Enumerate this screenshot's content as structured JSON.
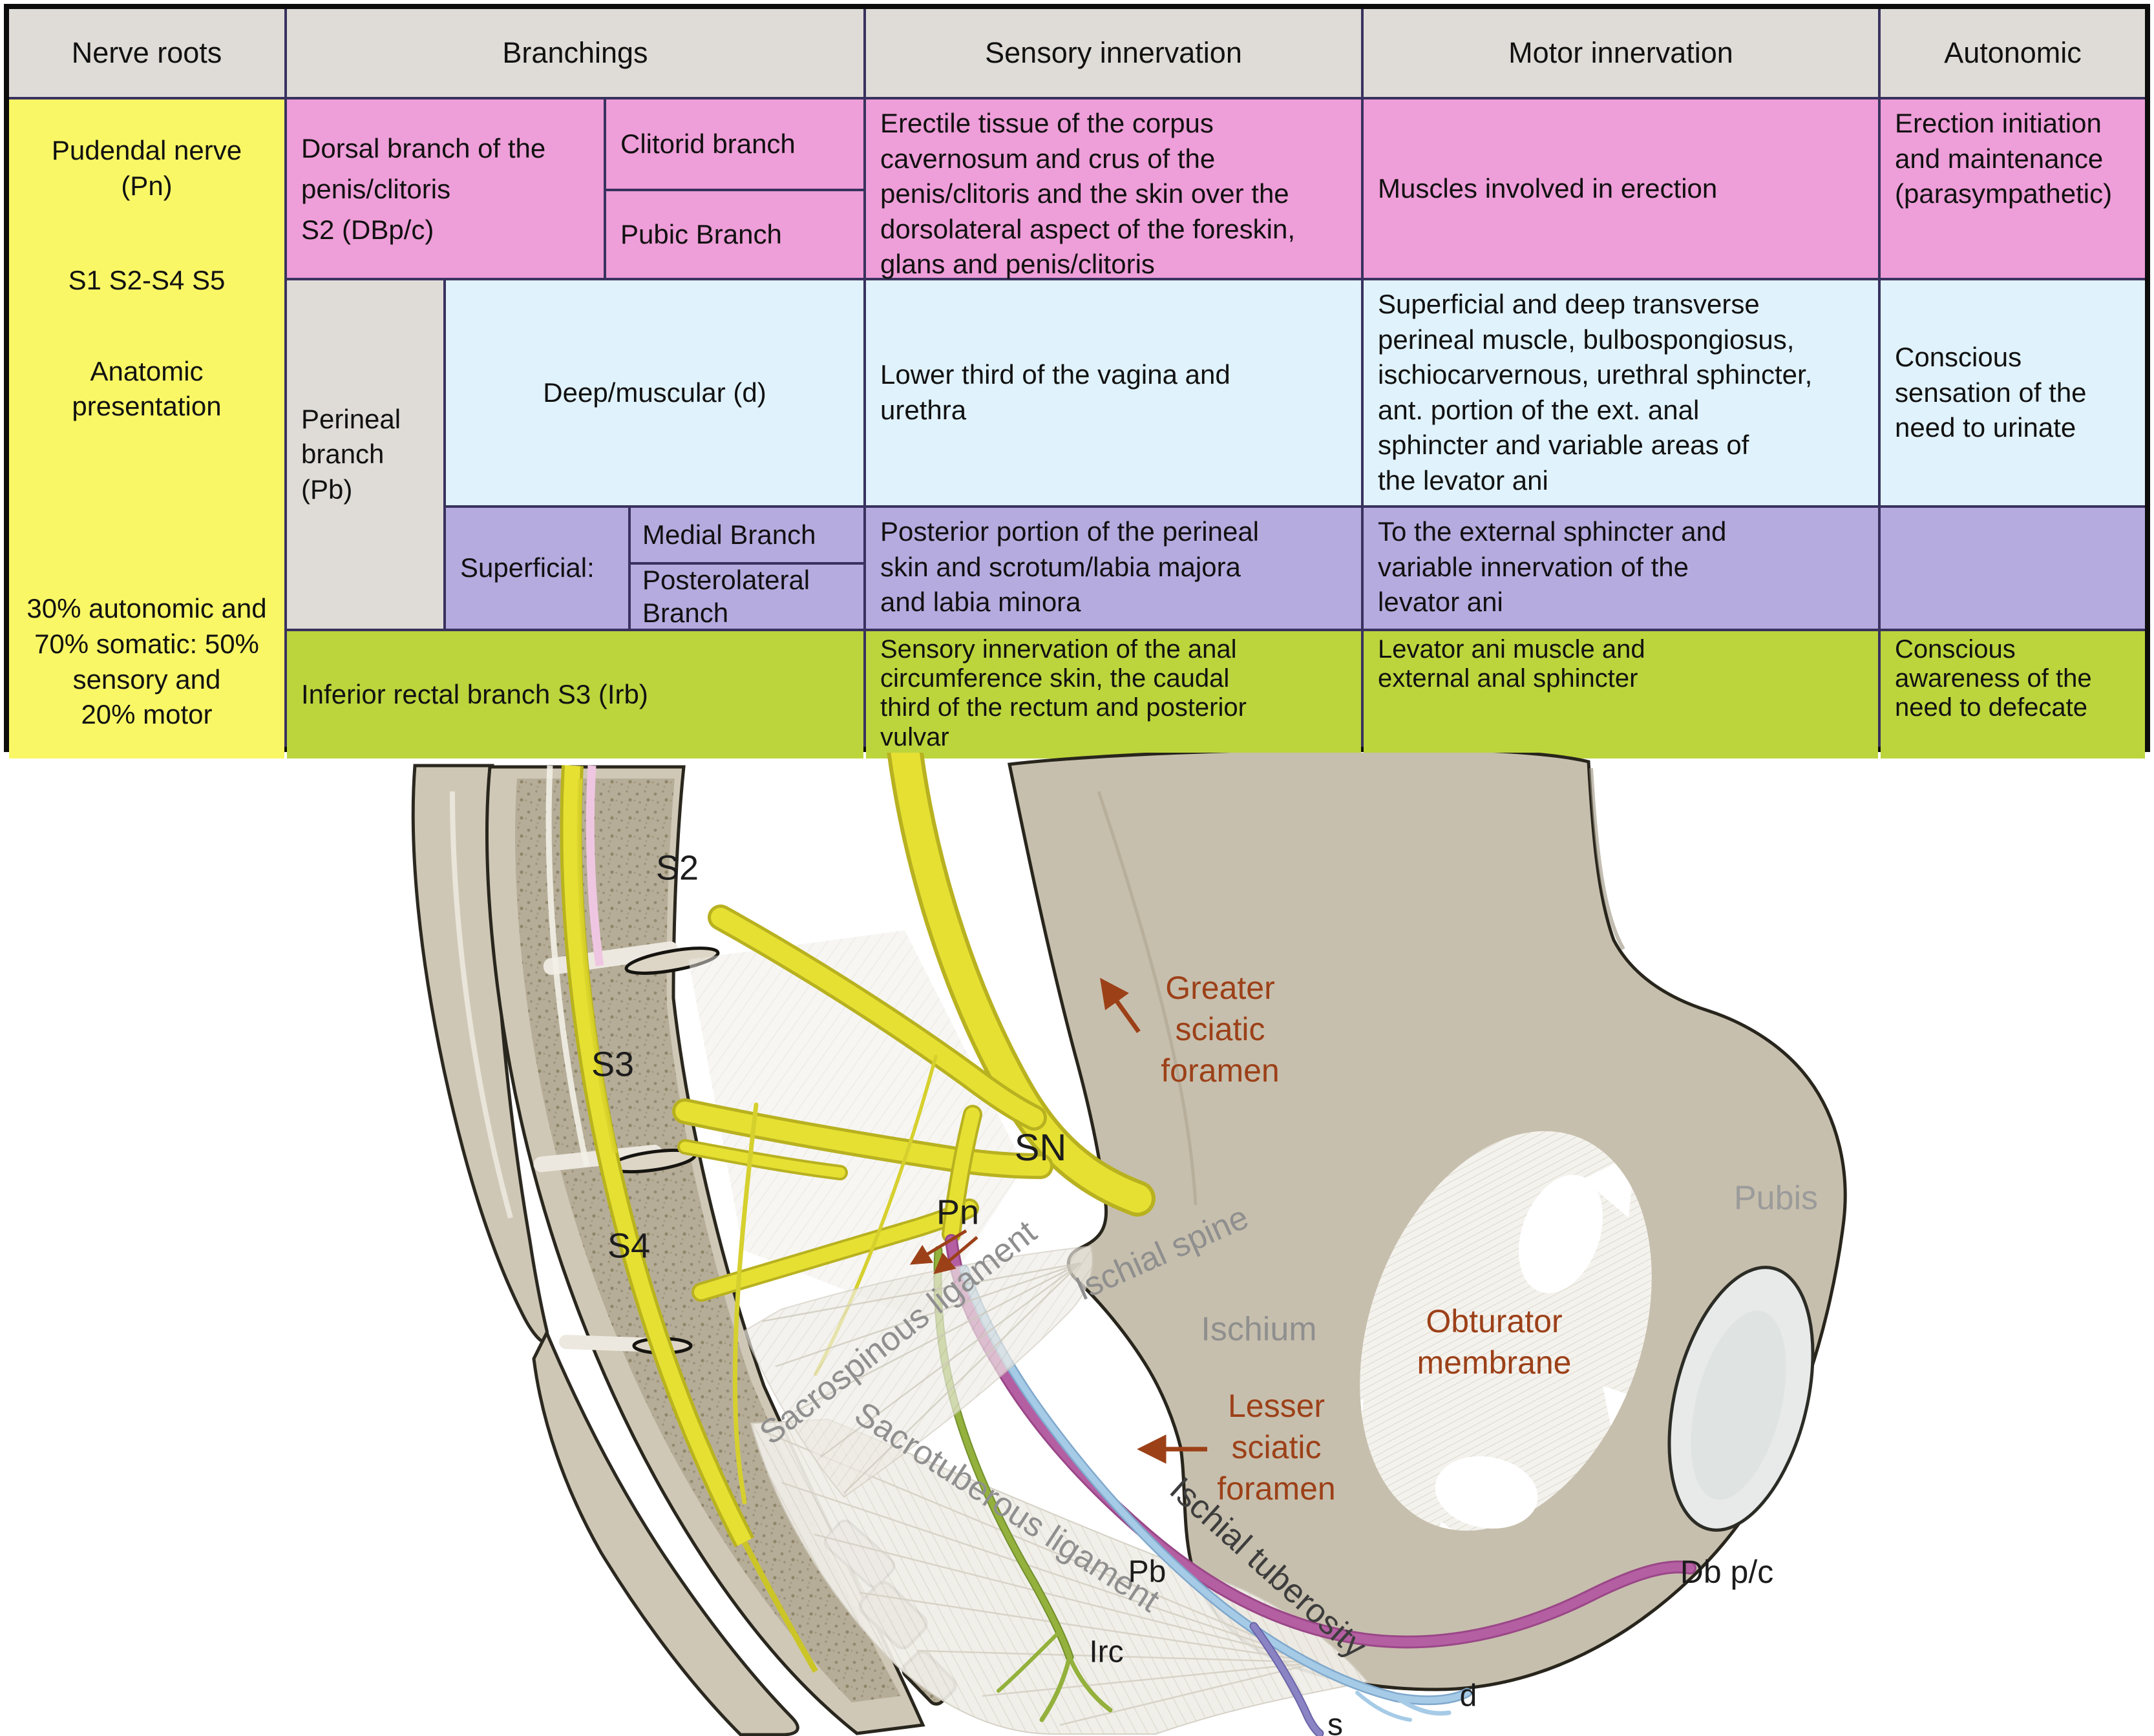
{
  "table": {
    "headers": {
      "nerve_roots": "Nerve roots",
      "branchings": "Branchings",
      "sensory": "Sensory innervation",
      "motor": "Motor innervation",
      "autonomic": "Autonomic"
    },
    "nerve_roots_cell": {
      "title": "Pudendal nerve\n(Pn)",
      "roots": "S1 S2-S4 S5",
      "anatomic": "Anatomic\npresentation",
      "composition": "30% autonomic and\n70% somatic: 50%\nsensory and\n20% motor"
    },
    "row_dorsal": {
      "branch": "Dorsal branch of the\npenis/clitoris\nS2 (DBp/c)",
      "sub_branch_1": "Clitorid branch",
      "sub_branch_2": "Pubic Branch",
      "sensory": "Erectile tissue of the corpus\ncavernosum and crus of the\npenis/clitoris and the skin over the\ndorsolateral aspect of the foreskin,\nglans and penis/clitoris",
      "motor": "Muscles involved in erection",
      "autonomic": "Erection initiation\nand maintenance\n(parasympathetic)"
    },
    "row_perineal": {
      "branch": "Perineal\nbranch\n(Pb)"
    },
    "row_deep": {
      "branch": "Deep/muscular (d)",
      "sensory": "Lower third of the vagina and\nurethra",
      "motor": "Superficial and deep transverse\nperineal muscle, bulbospongiosus,\nischiocarvernous, urethral sphincter,\nant. portion of the ext. anal\nsphincter and variable areas of\nthe levator ani",
      "autonomic": "Conscious\nsensation of the\nneed to urinate"
    },
    "row_superficial": {
      "branch": "Superficial:",
      "sub_branch_1": "Medial Branch",
      "sub_branch_2": "Posterolateral\nBranch",
      "sensory": "Posterior portion of the perineal\nskin and scrotum/labia majora\nand labia minora",
      "motor": "To the external sphincter and\nvariable innervation of the\nlevator ani",
      "autonomic": ""
    },
    "row_inferior_rectal": {
      "branch": "Inferior rectal branch S3 (Irb)",
      "sensory": "Sensory innervation of the anal\ncircumference skin, the caudal\nthird of the rectum and posterior\nvulvar",
      "motor": "Levator ani muscle and\nexternal anal sphincter",
      "autonomic": "Conscious\nawareness of the\nneed to defecate"
    }
  },
  "figure": {
    "labels": {
      "s2": "S2",
      "s3": "S3",
      "s4": "S4",
      "sn": "SN",
      "pn": "Pn",
      "pb": "Pb",
      "irc": "Irc",
      "d": "d",
      "s": "s",
      "db_pc": "Db p/c",
      "greater_sciatic_foramen": "Greater\nsciatic\nforamen",
      "lesser_sciatic_foramen": "Lesser\nsciatic\nforamen",
      "obturator_membrane": "Obturator\nmembrane",
      "ischial_spine": "Ischial spine",
      "ischium": "Ischium",
      "ischial_tuberosity": "Ischial tuberosity",
      "pubis": "Pubis",
      "sacrospinous_ligament": "Sacrospinous ligament",
      "sacrotuberous_ligament": "Sacrotuberous ligament"
    }
  },
  "colors": {
    "header_gray": "#dfdcd7",
    "column_yellow": "#f9f765",
    "row_pink": "#ee9ed8",
    "row_blue": "#e0f2fb",
    "row_purple": "#b6abdf",
    "row_green": "#bcd53c",
    "grid_line": "#39325f",
    "nerve_yellow": "#e6e033",
    "nerve_magenta": "#b55fa3",
    "nerve_green": "#93b13c",
    "nerve_blue": "#a6cbe7",
    "nerve_violet": "#8a84c4",
    "label_brown": "#9c4018",
    "label_gray": "#8f8f8f",
    "bone_tan": "#c7bfad"
  }
}
